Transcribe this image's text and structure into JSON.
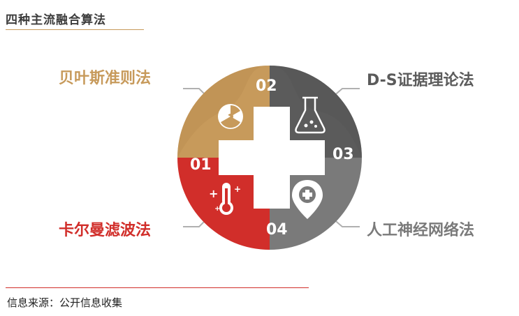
{
  "title": "四种主流融合算法",
  "methods": [
    {
      "number": "02",
      "label": "贝叶斯准则法",
      "color": "#c79a5b",
      "icon": "radiation-icon"
    },
    {
      "number": "03",
      "label": "D-S证据理论法",
      "color": "#5b5b5b",
      "icon": "flask-icon"
    },
    {
      "number": "01",
      "label": "卡尔曼滤波法",
      "color": "#d12e2a",
      "icon": "thermometer-icon"
    },
    {
      "number": "04",
      "label": "人工神经网络法",
      "color": "#7a7a7a",
      "icon": "location-pin-icon"
    }
  ],
  "source": "信息来源：公开信息收集"
}
